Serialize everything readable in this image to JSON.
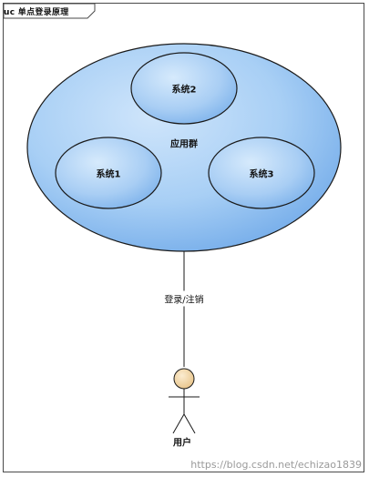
{
  "frame": {
    "title": "uc 单点登录原理"
  },
  "nodes": {
    "group_label": "应用群",
    "system_top": "系统2",
    "system_left": "系统1",
    "system_right": "系统3"
  },
  "connector": {
    "label": "登录/注销"
  },
  "actor": {
    "label": "用户"
  },
  "watermark": "https://blog.csdn.net/echizao1839",
  "colors": {
    "ellipse_fill": "#9cc6f2",
    "ellipse_stroke": "#1a1a1a",
    "actor_head": "#f5d9a8"
  }
}
